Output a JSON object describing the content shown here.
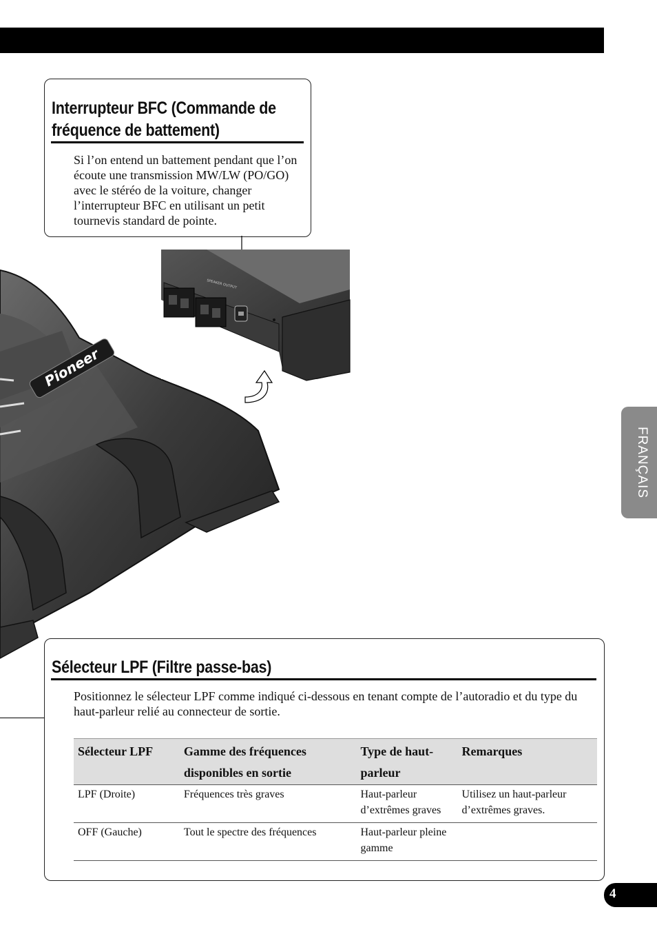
{
  "bfc": {
    "heading": "Interrupteur BFC (Commande de fréquence de battement)",
    "body": "Si l’on entend un battement pendant que l’on écoute une transmission MW/LW (PO/GO) avec le stéréo de la voiture, changer l’interrupteur BFC en utilisant un petit tournevis standard de pointe."
  },
  "illustration": {
    "brand_logo": "Pioneer",
    "panel_label": "SPEAKER OUTPUT"
  },
  "lpf": {
    "heading": "Sélecteur LPF (Filtre passe-bas)",
    "intro": "Positionnez le sélecteur LPF comme indiqué ci-dessous en tenant compte de l’autoradio et du type du haut-parleur relié au connecteur de sortie.",
    "table": {
      "headers": [
        "Sélecteur LPF",
        "Gamme des fréquences disponibles en sortie",
        "Type de haut-parleur",
        "Remarques"
      ],
      "rows": [
        [
          "LPF (Droite)",
          "Fréquences très graves",
          "Haut-parleur d’extrêmes graves",
          "Utilisez un haut-parleur d’extrêmes graves."
        ],
        [
          "OFF (Gauche)",
          "Tout le spectre des fréquences",
          "Haut-parleur pleine gamme",
          ""
        ]
      ]
    }
  },
  "side_tab": {
    "label": "FRANÇAIS"
  },
  "page_number": "4"
}
